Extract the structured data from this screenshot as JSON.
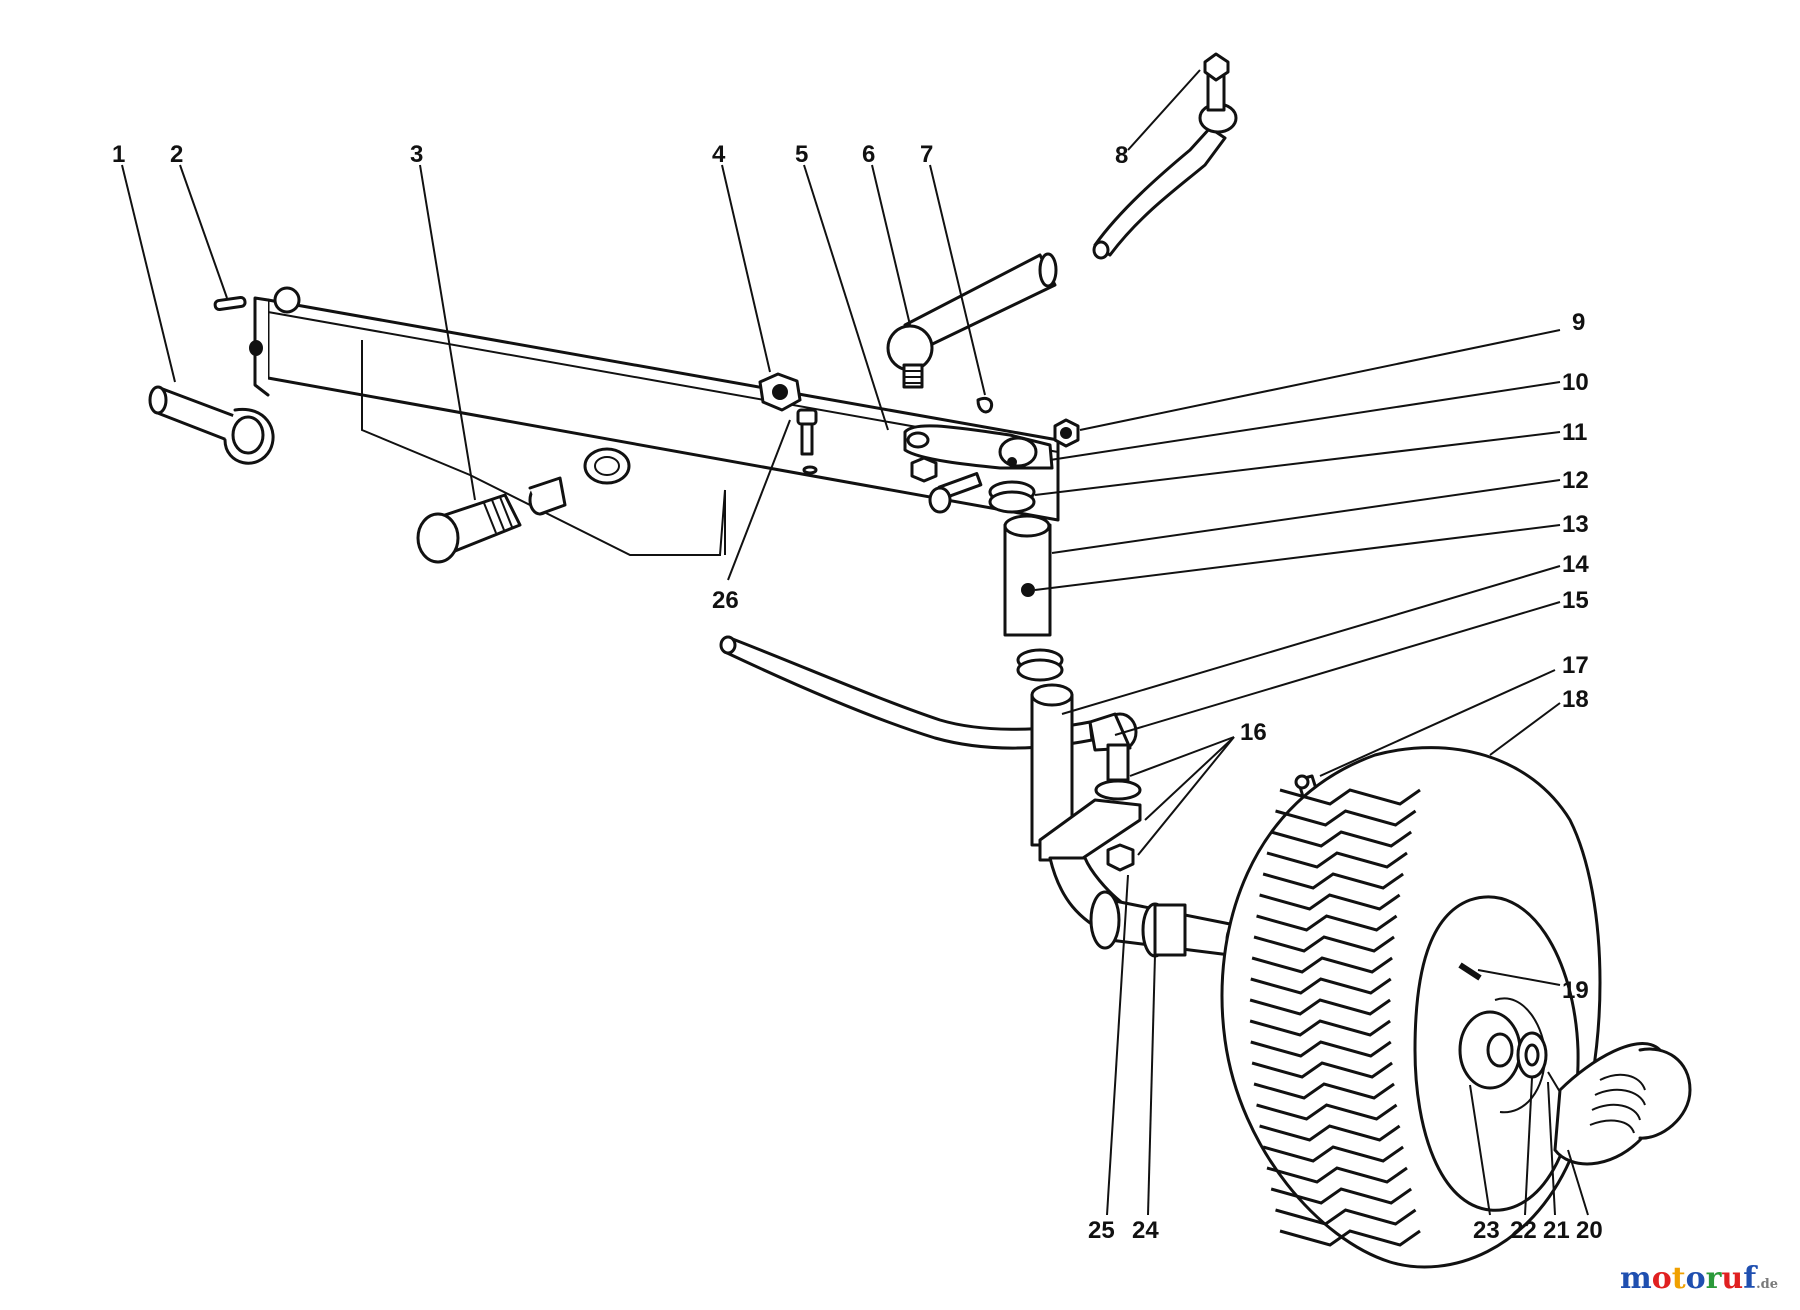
{
  "labels": [
    "1",
    "2",
    "3",
    "4",
    "5",
    "6",
    "7",
    "8",
    "9",
    "10",
    "11",
    "12",
    "13",
    "14",
    "15",
    "16",
    "17",
    "18",
    "19",
    "20",
    "21",
    "22",
    "23",
    "24",
    "25",
    "26"
  ],
  "watermark": {
    "segments": [
      "m",
      "o",
      "t",
      "o",
      "r",
      "u",
      "f"
    ],
    "colors": [
      "#1f4fb0",
      "#e02020",
      "#f0a000",
      "#1f4fb0",
      "#2a9a3a",
      "#e02020",
      "#1f4fb0"
    ],
    "suffix": ".de"
  },
  "parts": {
    "axle": "front-axle-beam",
    "wheel": "front-wheel-tire",
    "spindle": "steering-spindle",
    "drag_link": "drag-link",
    "tie_rod": "tie-rod"
  }
}
